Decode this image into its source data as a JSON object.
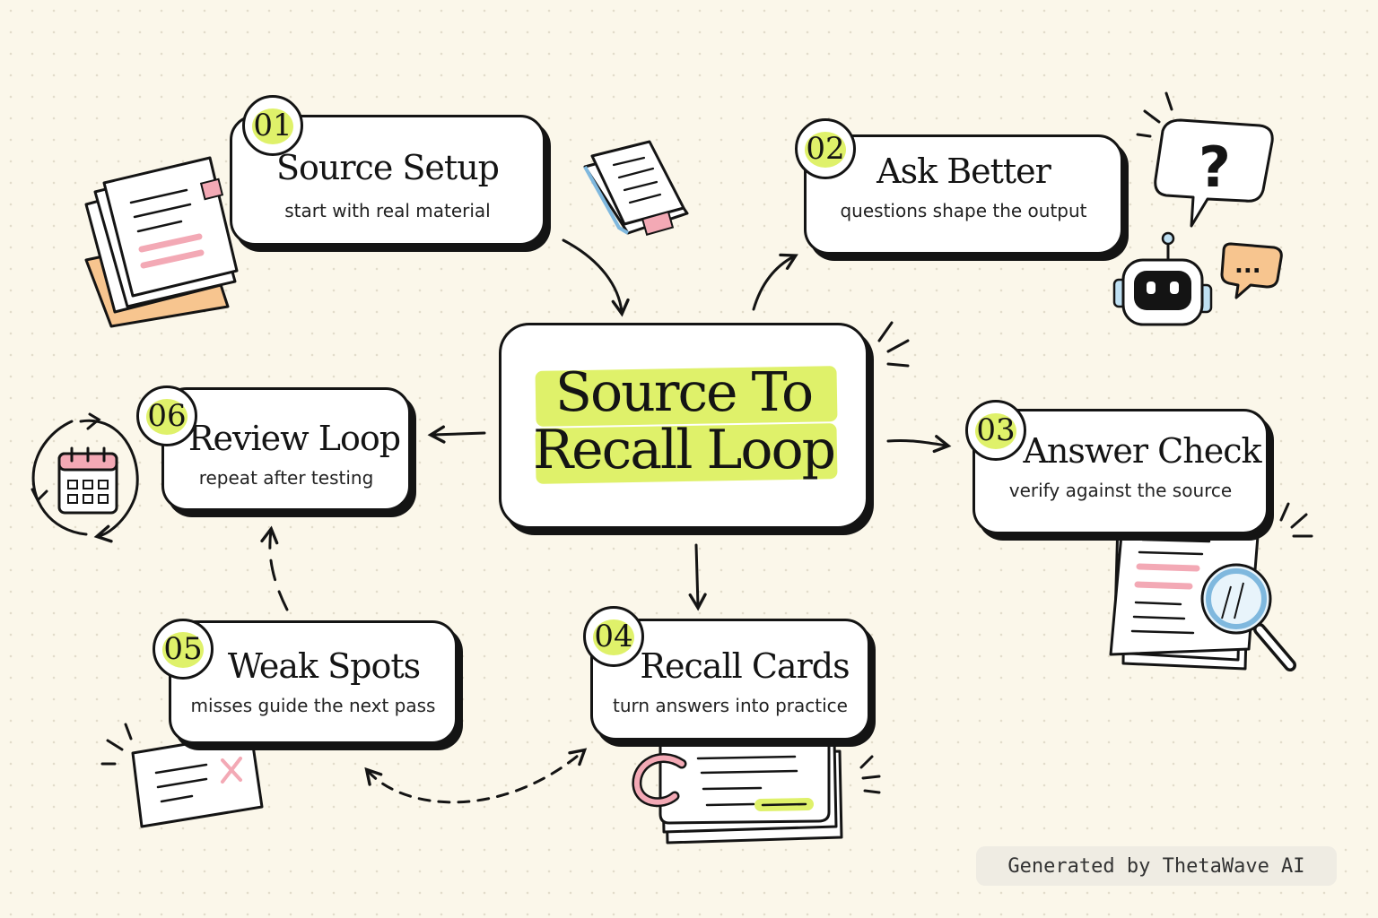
{
  "center": {
    "line1": "Source To",
    "line2": "Recall Loop"
  },
  "steps": [
    {
      "number": "01",
      "title": "Source Setup",
      "subtitle": "start with real material",
      "icon": "documents-icon"
    },
    {
      "number": "02",
      "title": "Ask Better",
      "subtitle": "questions shape the output",
      "icon": "robot-question-icon"
    },
    {
      "number": "03",
      "title": "Answer Check",
      "subtitle": "verify against the source",
      "icon": "magnifier-document-icon"
    },
    {
      "number": "04",
      "title": "Recall Cards",
      "subtitle": "turn answers into practice",
      "icon": "flashcards-icon"
    },
    {
      "number": "05",
      "title": "Weak Spots",
      "subtitle": "misses guide the next pass",
      "icon": "x-card-icon"
    },
    {
      "number": "06",
      "title": "Review Loop",
      "subtitle": "repeat after testing",
      "icon": "calendar-cycle-icon"
    }
  ],
  "robot_bubble": {
    "question": "?",
    "dots": "..."
  },
  "footer": {
    "text": "Generated by ThetaWave AI"
  },
  "colors": {
    "background": "#fbf7ea",
    "highlight": "#dff16a",
    "ink": "#141414",
    "pink": "#f3a9b5",
    "orange": "#f7c58f",
    "blue": "#bfe0f2"
  }
}
